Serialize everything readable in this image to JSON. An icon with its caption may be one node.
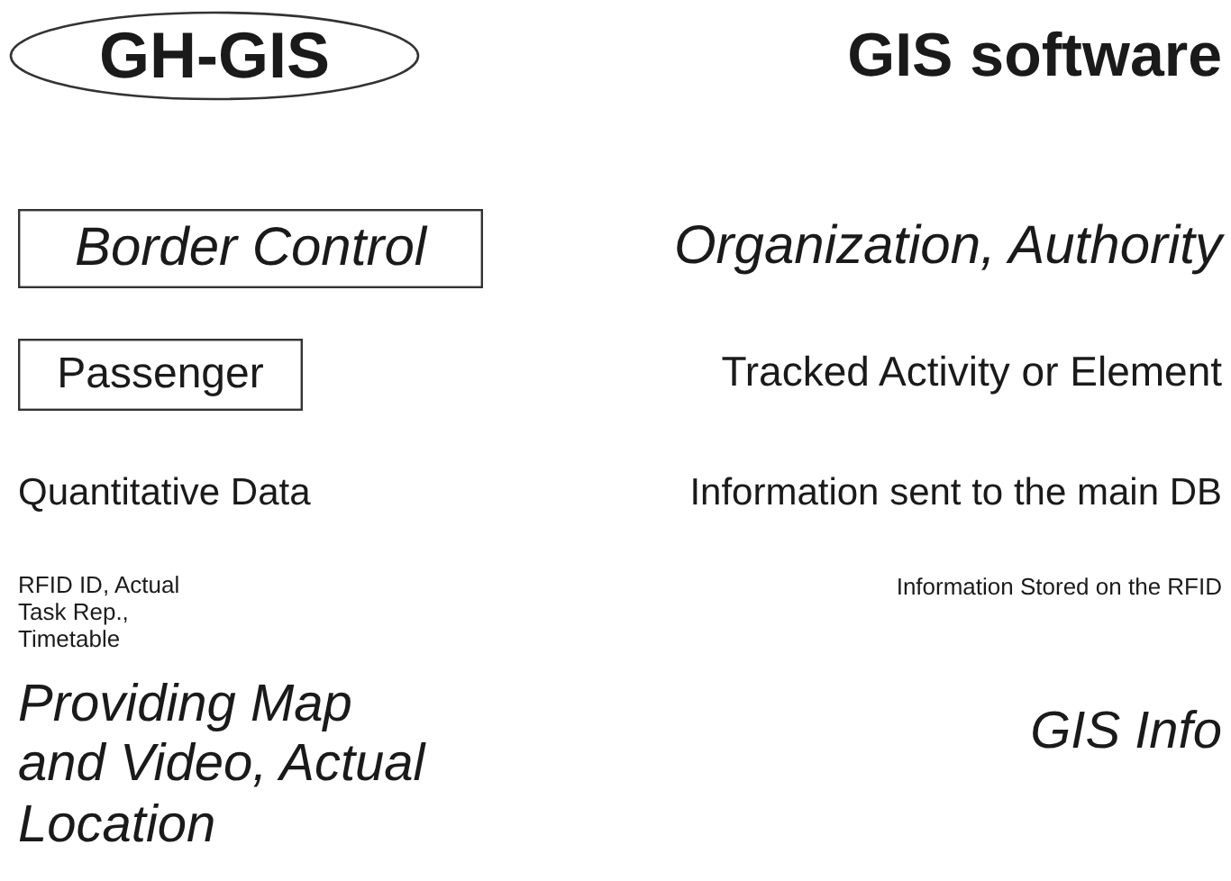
{
  "diagram": {
    "nodes": [
      {
        "text": [
          "GH-GIS"
        ]
      },
      {
        "text": [
          "Border Control"
        ]
      },
      {
        "text": [
          "Passenger"
        ]
      }
    ],
    "labels": [
      "GIS software",
      "Organization, Authority",
      "Tracked Activity or Element",
      "Quantitative Data",
      "Information sent to the main DB",
      "RFID ID, Actual Task Rep., Timetable",
      "Information Stored on the RFID",
      "Providing Map and Video, Actual Location",
      "GIS Info"
    ]
  }
}
